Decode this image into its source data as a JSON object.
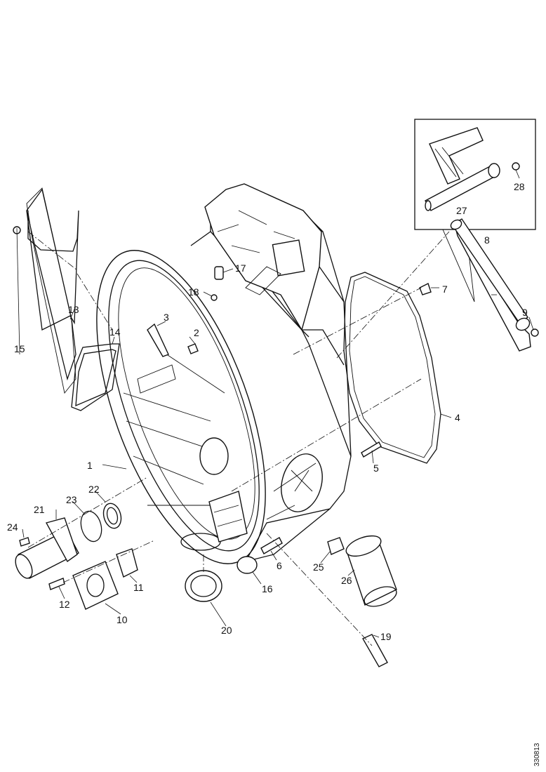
{
  "callouts": [
    "1",
    "2",
    "3",
    "4",
    "5",
    "6",
    "7",
    "8",
    "9",
    "10",
    "11",
    "12",
    "13",
    "14",
    "15",
    "16",
    "17",
    "18",
    "19",
    "20",
    "21",
    "22",
    "23",
    "24",
    "25",
    "26",
    "27",
    "28"
  ],
  "inset_callouts": [
    "27",
    "28"
  ],
  "drawing_ref": "330813"
}
